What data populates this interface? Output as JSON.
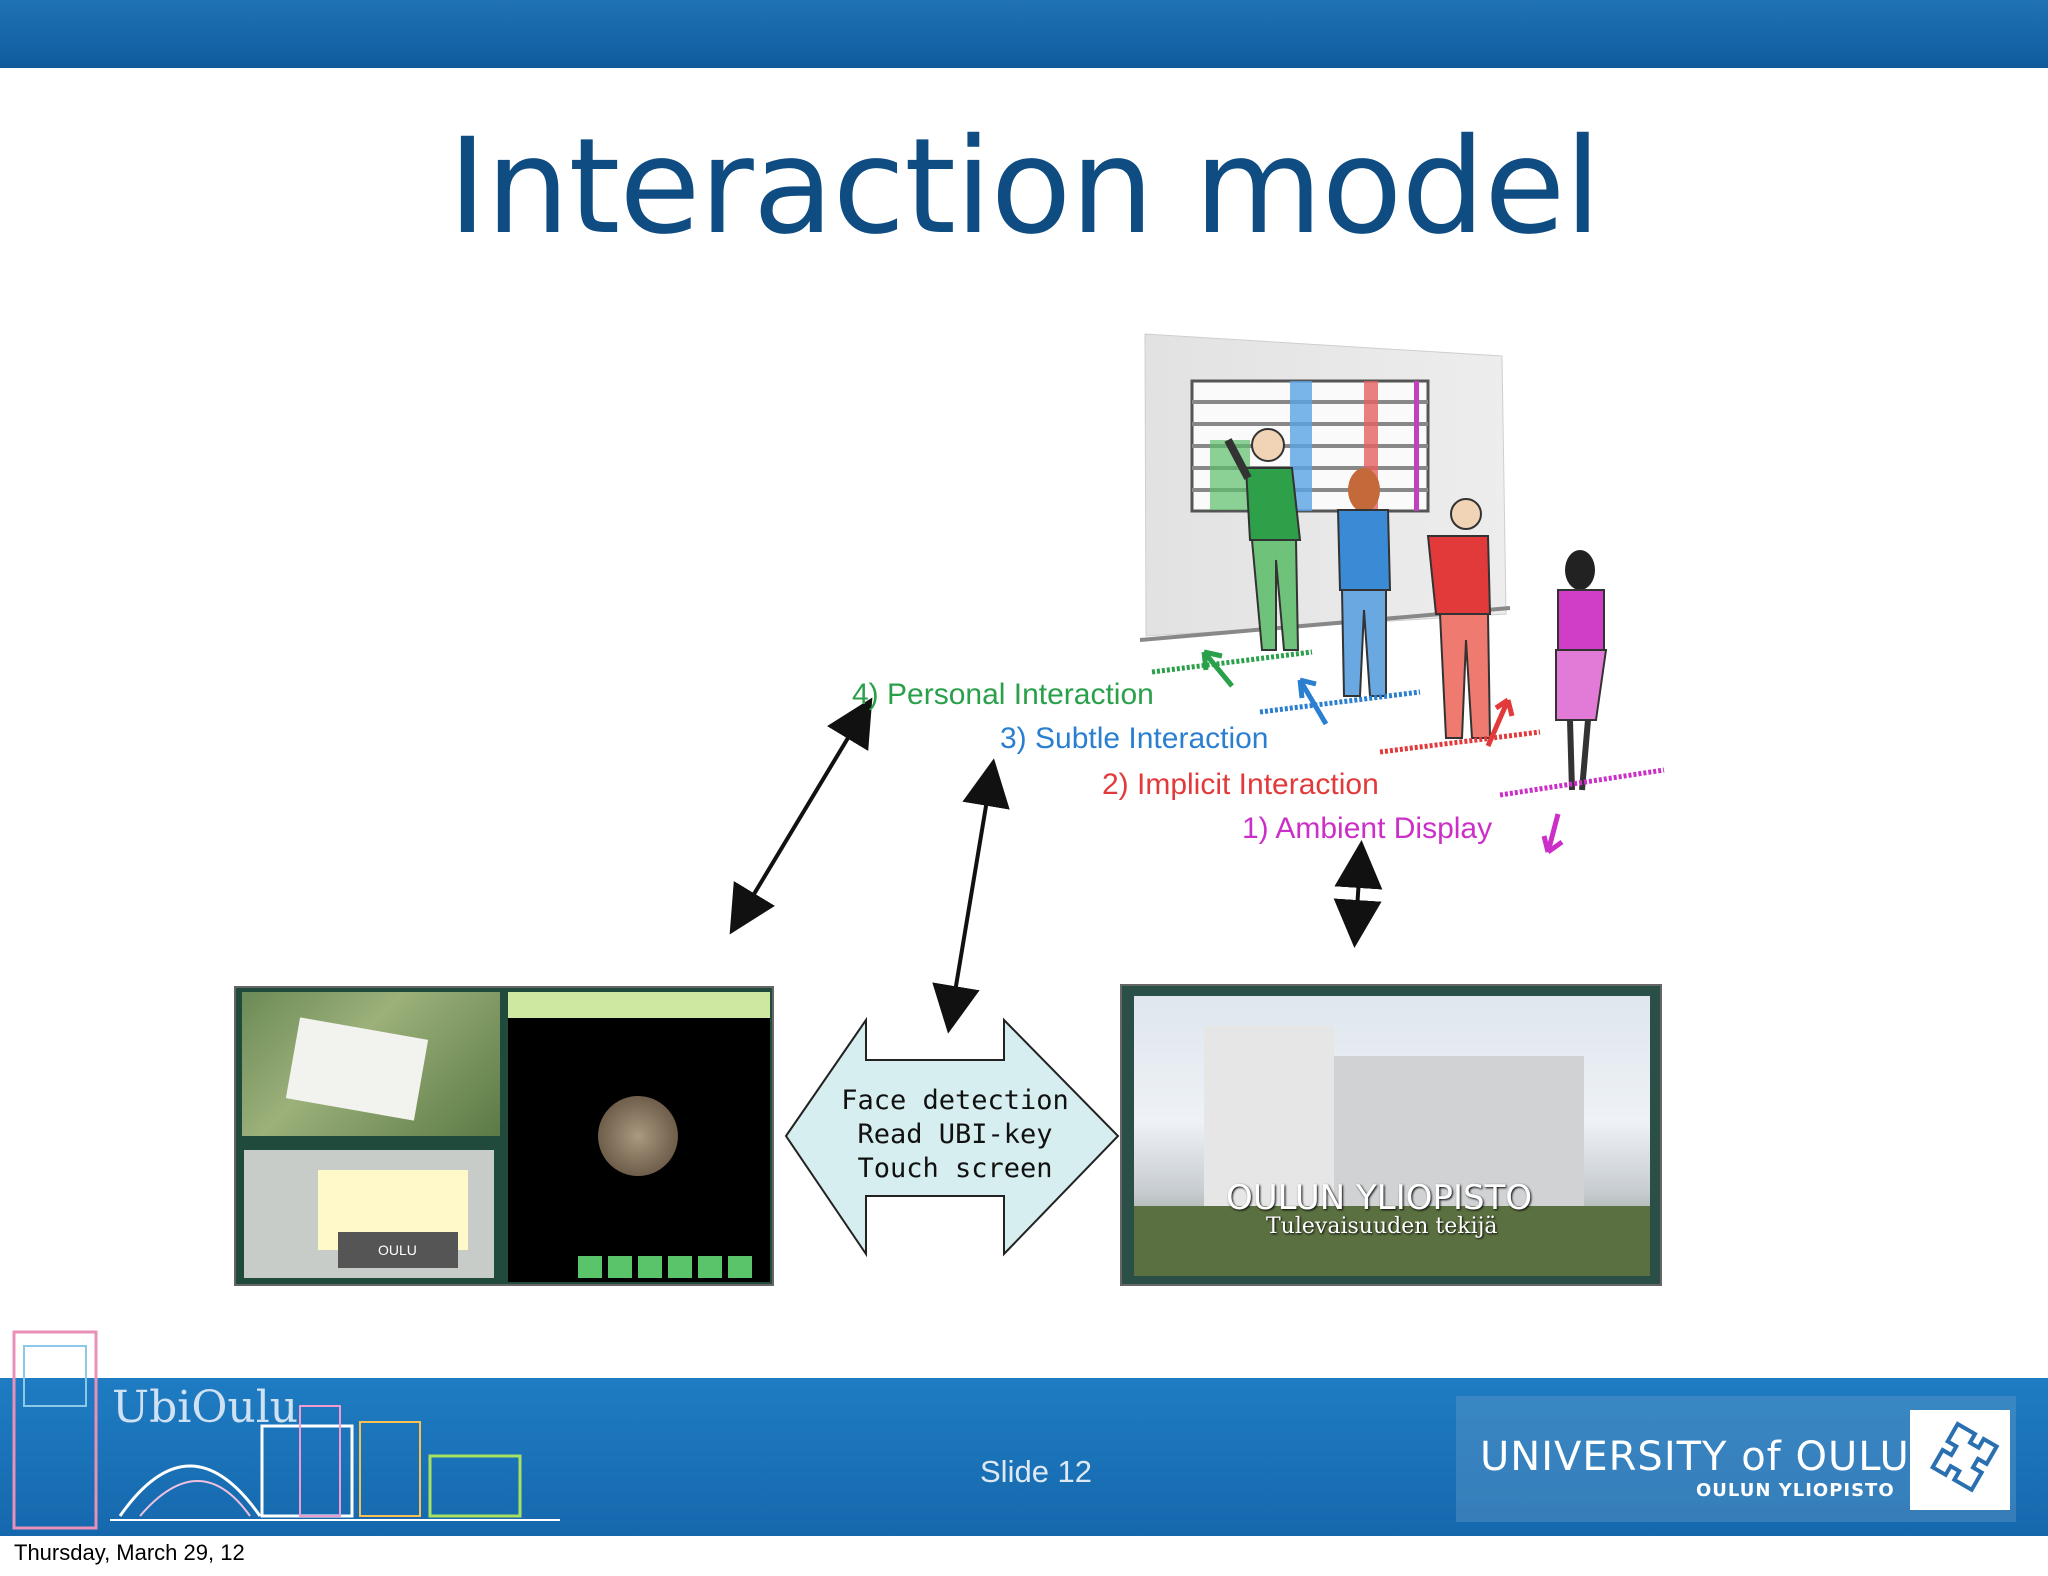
{
  "slide": {
    "title": "Interaction model",
    "slide_number": "Slide  12",
    "date": "Thursday, March 29, 12"
  },
  "interaction_levels": [
    {
      "label": "4) Personal Interaction",
      "color": "#2aa04a"
    },
    {
      "label": "3) Subtle Interaction",
      "color": "#2a7fd0"
    },
    {
      "label": "2) Implicit Interaction",
      "color": "#e23a3a"
    },
    {
      "label": "1) Ambient Display",
      "color": "#cc2fc8"
    }
  ],
  "center_box": {
    "lines": [
      "Face detection",
      "Read UBI-key",
      "Touch screen"
    ],
    "fill": "#d6eef0"
  },
  "right_screenshot": {
    "caption_line1": "OULUN YLIOPISTO",
    "caption_line2": "Tulevaisuuden tekijä"
  },
  "left_screenshot": {
    "panel_text": "OULU"
  },
  "footer": {
    "brand": "UbiOulu",
    "university": "UNIVERSITY of OULU",
    "university_sub": "OULUN YLIOPISTO"
  },
  "colors": {
    "title": "#0f4c82",
    "bar": "#1668ad"
  }
}
